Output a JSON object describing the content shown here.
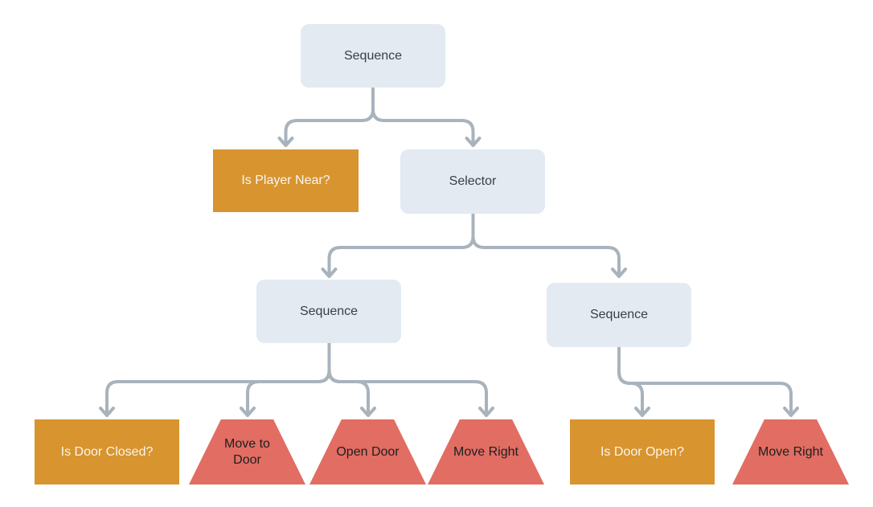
{
  "colors": {
    "composite_fill": "#E3EAF1",
    "condition_fill": "#D8942F",
    "action_fill": "#E16D63",
    "connector": "#A9B3BC",
    "composite_text": "#3A3F44",
    "condition_text": "#FAF6EE",
    "action_text": "#1F1F1F",
    "background": "#FFFFFF"
  },
  "nodes": {
    "root": {
      "label": "Sequence",
      "type": "composite"
    },
    "is_player_near": {
      "label": "Is Player Near?",
      "type": "condition"
    },
    "selector": {
      "label": "Selector",
      "type": "composite"
    },
    "sequence_left": {
      "label": "Sequence",
      "type": "composite"
    },
    "sequence_right": {
      "label": "Sequence",
      "type": "composite"
    },
    "is_door_closed": {
      "label": "Is Door Closed?",
      "type": "condition"
    },
    "move_to_door": {
      "label": "Move to Door",
      "type": "action"
    },
    "open_door": {
      "label": "Open Door",
      "type": "action"
    },
    "move_right_1": {
      "label": "Move Right",
      "type": "action"
    },
    "is_door_open": {
      "label": "Is Door Open?",
      "type": "condition"
    },
    "move_right_2": {
      "label": "Move Right",
      "type": "action"
    }
  },
  "structure": {
    "edges": [
      {
        "from": "root",
        "to": "is_player_near"
      },
      {
        "from": "root",
        "to": "selector"
      },
      {
        "from": "selector",
        "to": "sequence_left"
      },
      {
        "from": "selector",
        "to": "sequence_right"
      },
      {
        "from": "sequence_left",
        "to": "is_door_closed"
      },
      {
        "from": "sequence_left",
        "to": "move_to_door"
      },
      {
        "from": "sequence_left",
        "to": "open_door"
      },
      {
        "from": "sequence_left",
        "to": "move_right_1"
      },
      {
        "from": "sequence_right",
        "to": "is_door_open"
      },
      {
        "from": "sequence_right",
        "to": "move_right_2"
      }
    ]
  }
}
